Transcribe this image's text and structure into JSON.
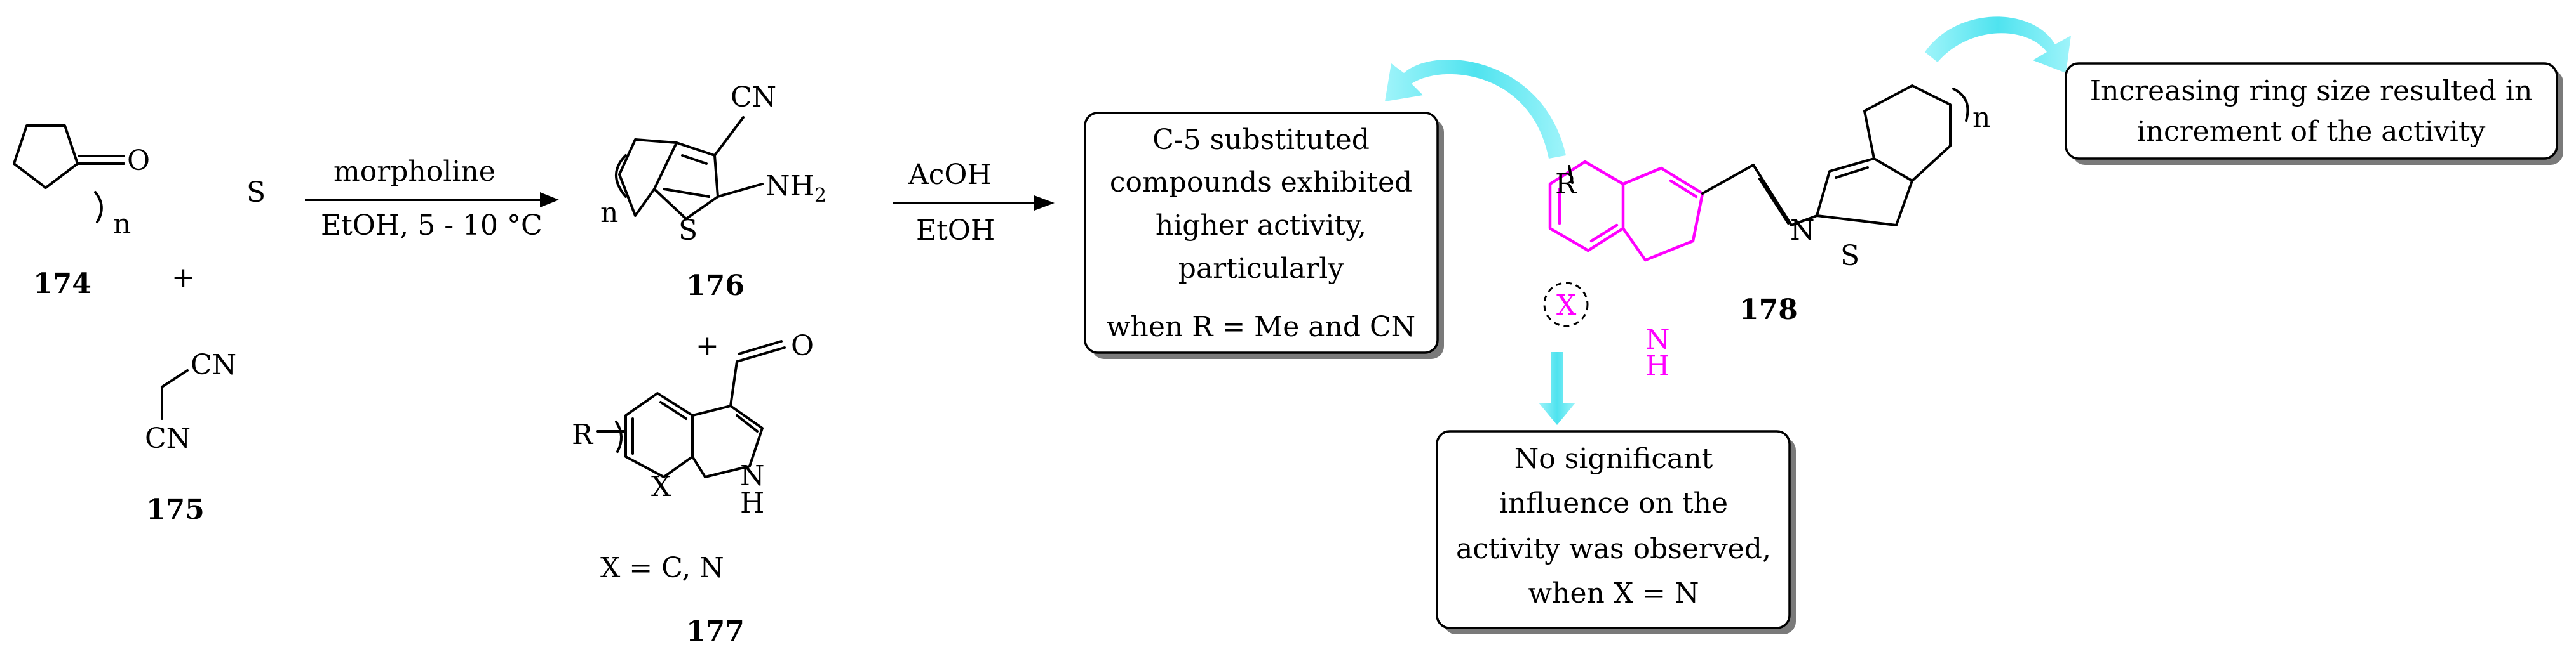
{
  "compounds": {
    "c174": {
      "label": "174",
      "o": "O",
      "n": "n"
    },
    "c175": {
      "label": "175",
      "cn_top": "CN",
      "cn_bottom": "CN"
    },
    "sulfur": "S",
    "plus1": "+",
    "plus2": "+",
    "c176": {
      "label": "176",
      "cn": "CN",
      "nh2": "NH",
      "nh2_sub": "2",
      "s": "S",
      "n": "n"
    },
    "c177": {
      "label": "177",
      "r": "R",
      "x": "X",
      "nh_n": "N",
      "nh_h": "H",
      "o": "O",
      "condition": "X = C, N"
    },
    "c178": {
      "label": "178",
      "r": "R",
      "x": "X",
      "nh_n": "N",
      "nh_h": "H",
      "imine_n": "N",
      "s": "S",
      "n": "n"
    }
  },
  "arrows": {
    "arrow1": {
      "top": "morpholine",
      "bottom": "EtOH, 5 - 10 °C"
    },
    "arrow2": {
      "top": "AcOH",
      "bottom": "EtOH"
    }
  },
  "annotations": {
    "c5_box": [
      "C-5 substituted",
      "compounds exhibited",
      "higher activity,",
      "particularly",
      "when R = Me and CN"
    ],
    "ring_box": [
      "Increasing ring size resulted in",
      "increment of the activity"
    ],
    "x_box": [
      "No significant",
      "influence on the",
      "activity was observed,",
      "when X = N"
    ]
  },
  "colors": {
    "highlight": "#ff00ff",
    "curved_arrow": "#5fe8f2",
    "box_shadow": "#7a7a7a"
  }
}
